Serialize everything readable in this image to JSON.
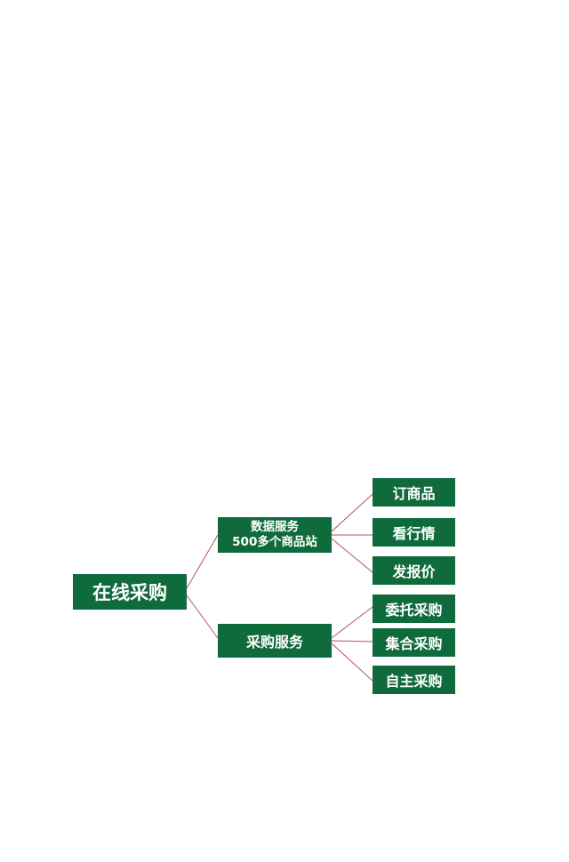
{
  "diagram": {
    "root": {
      "label": "在线采购"
    },
    "branches": [
      {
        "label_line1": "数据服务",
        "label_line2": "500多个商品站",
        "leaves": [
          "订商品",
          "看行情",
          "发报价"
        ]
      },
      {
        "label": "采购服务",
        "leaves": [
          "委托采购",
          "集合采购",
          "自主采购"
        ]
      }
    ]
  },
  "colors": {
    "node_fill": "#0f6b3b",
    "node_text": "#ffffff",
    "connector": "#b5535a",
    "background": "#ffffff"
  }
}
